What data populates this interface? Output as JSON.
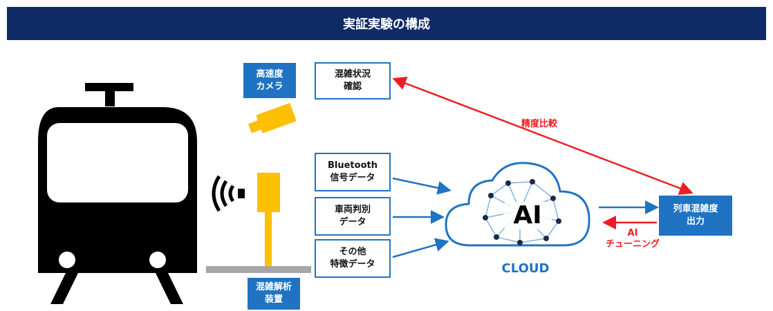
{
  "header": {
    "title": "実証実験の構成"
  },
  "camera_label": "高速度\nカメラ",
  "confirm_box": "混雑状況\n確認",
  "precision_compare": "精度比較",
  "inputs": [
    "Bluetooth\n信号データ",
    "車両判別\nデータ",
    "その他\n特徴データ"
  ],
  "ai_text": "AI",
  "cloud_label": "CLOUD",
  "output_box": "列車混雑度\n出力",
  "ai_tuning": "AI\nチューニング",
  "analyzer_label": "混雑解析\n装置",
  "colors": {
    "accent_blue": "#1f73c2",
    "dark_blue": "#102a66",
    "red": "#ee1c24",
    "yellow": "#fcc000",
    "train_black": "#000000"
  },
  "icons": [
    "train-icon",
    "camera-icon",
    "wireless-signal-icon",
    "sensor-pole-icon",
    "cloud-icon",
    "neural-network-icon"
  ]
}
